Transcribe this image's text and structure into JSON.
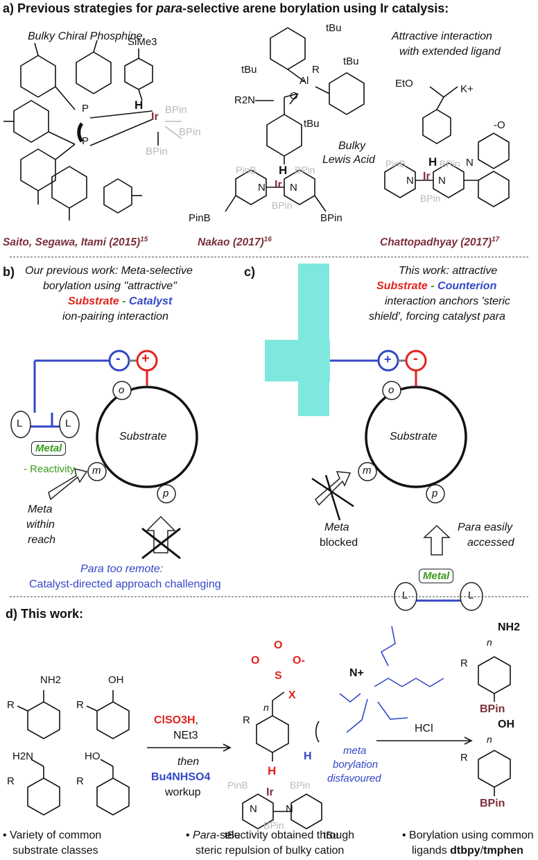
{
  "panel_a": {
    "heading_prefix": "a) Previous strategies for ",
    "heading_italic": "para",
    "heading_suffix": "-selective arene borylation using Ir catalysis:",
    "left_caption": "Bulky Chiral Phosphine",
    "right_caption_line1": "Attractive interaction",
    "right_caption_line2": "with extended ligand",
    "middle_caption_line1": "Bulky",
    "middle_caption_line2": "Lewis Acid",
    "labels": {
      "sime3": "SiMe3",
      "h": "H",
      "ir": "Ir",
      "p": "P",
      "bpin": "BPin",
      "pinb": "PinB",
      "tbu": "tBu",
      "r": "R",
      "r2n": "R2N",
      "al": "Al",
      "o": "O",
      "eto": "EtO",
      "kplus": "K+",
      "ominus": "-O",
      "n": "N"
    },
    "authors": [
      {
        "name": "Saito, Segawa, Itami (2015)",
        "ref": "15"
      },
      {
        "name": "Nakao (2017)",
        "ref": "16"
      },
      {
        "name": "Chattopadhyay (2017)",
        "ref": "17"
      }
    ]
  },
  "panel_b": {
    "label": "b)",
    "title_line1": "Our previous work: Meta-selective",
    "title_line2": "borylation using \"attractive\"",
    "title_substrate": "Substrate",
    "title_dash": " - ",
    "title_catalyst": "Catalyst",
    "title_line4": "ion-pairing interaction",
    "minus": "-",
    "plus": "+",
    "l": "L",
    "metal": "Metal",
    "reactivity": "- Reactivity",
    "substrate": "Substrate",
    "o": "o",
    "m": "m",
    "p": "p",
    "meta_within_line1": "Meta",
    "meta_within_line2": "within",
    "meta_within_line3": "reach",
    "para_remote_line1": "Para too remote:",
    "para_remote_line2": "Catalyst-directed approach challenging"
  },
  "panel_c": {
    "label": "c)",
    "title_line1": "This work: attractive",
    "title_substrate": "Substrate",
    "title_dash": " - ",
    "title_counterion": "Counterion",
    "title_line3": "interaction anchors 'steric",
    "title_line4": "shield', forcing catalyst para",
    "plus": "+",
    "minus": "-",
    "substrate": "Substrate",
    "o": "o",
    "m": "m",
    "p": "p",
    "meta_blocked_line1": "Meta",
    "meta_blocked_line2": "blocked",
    "para_easy_line1": "Para easily",
    "para_easy_line2": "accessed",
    "metal": "Metal",
    "l": "L",
    "shield_color": "#7fe8de"
  },
  "panel_d": {
    "heading": "d) This work:",
    "substrates": [
      "NH2",
      "OH",
      "H2N",
      "HO"
    ],
    "r": "R",
    "reagent1": "ClSO3H",
    "reagent1_suffix": ",",
    "reagent2": "NEt3",
    "then": "then",
    "reagent3": "Bu4NHSO4",
    "workup": "workup",
    "intermediate": {
      "o": "O",
      "s": "S",
      "ominus": "O-",
      "x": "X",
      "n_plus": "N+",
      "n": "n",
      "h_blue": "H",
      "h_black": "H",
      "ir": "Ir",
      "pinb": "PinB",
      "bpin": "BPin",
      "tbu": "tBu",
      "r": "R",
      "nlig": "N",
      "meta_dis_line1": "meta",
      "meta_dis_line2": "borylation",
      "meta_dis_line3": "disfavoured"
    },
    "hcl": "HCl",
    "products": [
      {
        "group": "NH2",
        "r": "R",
        "n": "n",
        "bpin": "BPin"
      },
      {
        "group": "OH",
        "r": "R",
        "n": "n",
        "bpin": "BPin"
      }
    ],
    "bullets": [
      {
        "line1": "Variety of common",
        "line2": "substrate classes"
      },
      {
        "line1_italic": "Para",
        "line1_rest": "-selectivity obtained through",
        "line2": "steric repulsion of bulky cation"
      },
      {
        "line1": "Borylation using common",
        "line2_prefix": "ligands ",
        "line2_bold1": "dtbpy",
        "line2_sep": "/",
        "line2_bold2": "tmphen"
      }
    ]
  }
}
